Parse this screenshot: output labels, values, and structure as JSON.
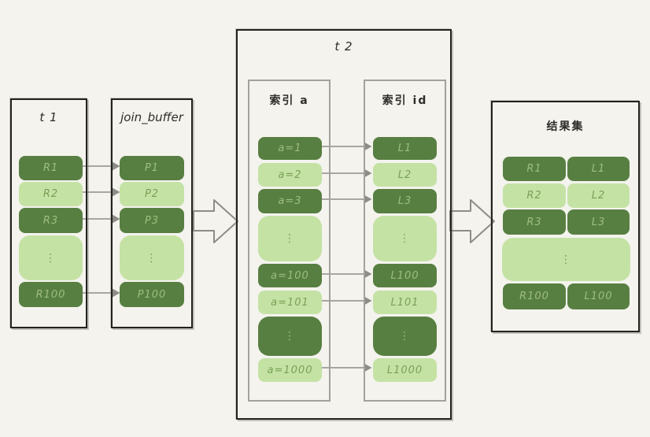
{
  "colors": {
    "background": "#f4f3ee",
    "dark_green": "#587f42",
    "light_green": "#c5e2a5",
    "text_on_dark": "#9cbe7e",
    "text_on_light": "#78a156",
    "box_border": "#22221f",
    "inner_border": "#a2a29c",
    "connector_gray": "#8d8d88"
  },
  "icons": {
    "big_flow_arrow": "hollow-right-arrow",
    "row_connector": "gray-right-arrow"
  },
  "t1": {
    "title": "t 1",
    "rows": [
      "R1",
      "R2",
      "R3",
      "⋮",
      "R100"
    ]
  },
  "join_buffer": {
    "title": "join_buffer",
    "rows": [
      "P1",
      "P2",
      "P3",
      "⋮",
      "P100"
    ]
  },
  "t2": {
    "title": "t 2",
    "index_a": {
      "title": "索引 a",
      "rows": [
        "a=1",
        "a=2",
        "a=3",
        "⋮",
        "a=100",
        "a=101",
        "⋮",
        "a=1000"
      ]
    },
    "index_id": {
      "title": "索引 id",
      "rows": [
        "L1",
        "L2",
        "L3",
        "⋮",
        "L100",
        "L101",
        "⋮",
        "L1000"
      ]
    }
  },
  "result": {
    "title": "结果集",
    "rows": [
      {
        "left": "R1",
        "right": "L1"
      },
      {
        "left": "R2",
        "right": "L2"
      },
      {
        "left": "R3",
        "right": "L3"
      },
      {
        "dots": "⋮"
      },
      {
        "left": "R100",
        "right": "L100"
      }
    ]
  }
}
